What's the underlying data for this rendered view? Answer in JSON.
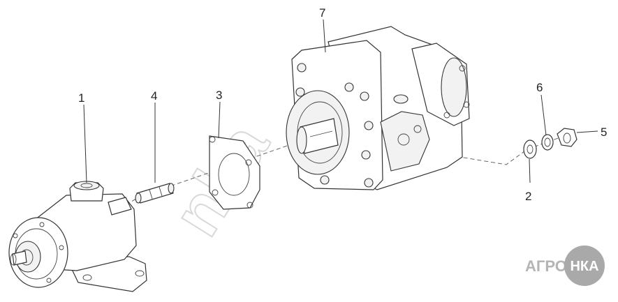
{
  "callouts": {
    "p1": "1",
    "p2": "2",
    "p3": "3",
    "p4": "4",
    "p5": "5",
    "p6": "6",
    "p7": "7"
  },
  "watermark": "nka",
  "logo": {
    "left": "АГРО",
    "right": "НКА",
    "badge_color": "#a9a9a9"
  }
}
